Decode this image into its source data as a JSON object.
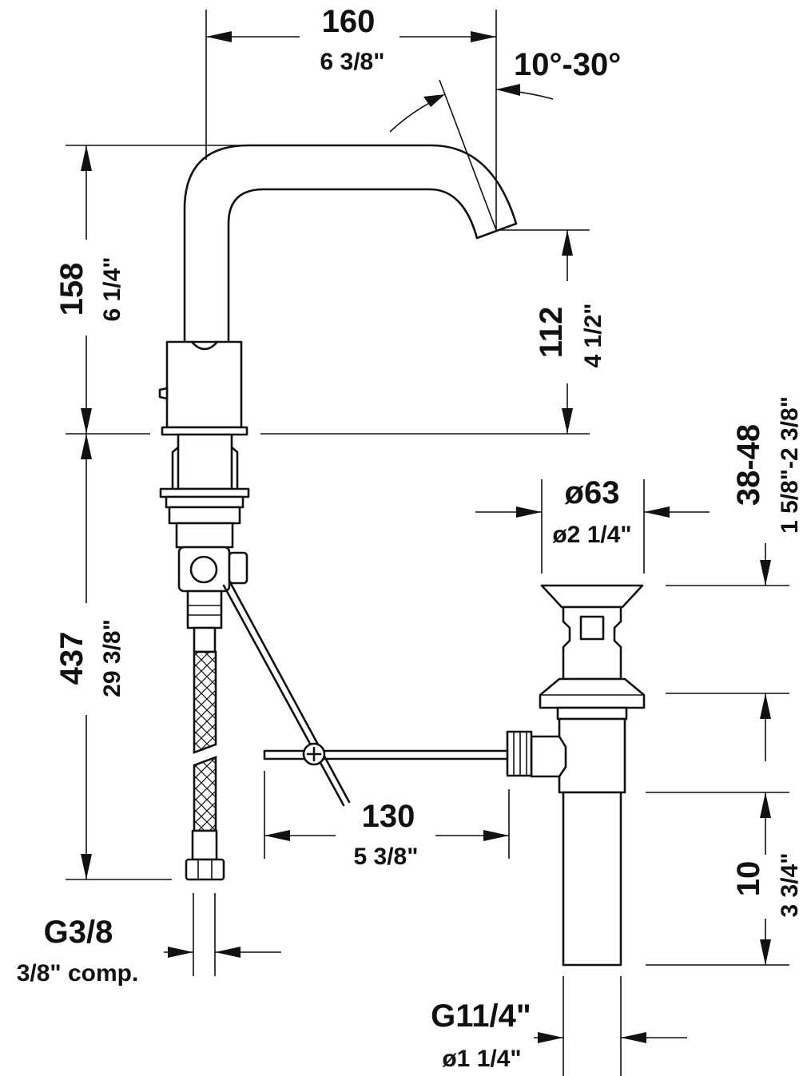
{
  "dimensions": {
    "spout_reach": {
      "mm": "160",
      "inch": "6 3/8\""
    },
    "spout_angle": {
      "value": "10°-30°"
    },
    "spout_height": {
      "mm": "158",
      "inch": "6 1/4\""
    },
    "outlet_height": {
      "mm": "112",
      "inch": "4 1/2\""
    },
    "total_length": {
      "mm": "437",
      "inch": "29 3/8\""
    },
    "pop_up_diameter": {
      "mm": "ø63",
      "inch": "ø2 1/4\""
    },
    "drain_thickness": {
      "mm": "38-48",
      "inch": "1 5/8\"-2 3/8\""
    },
    "rod_distance": {
      "mm": "130",
      "inch": "5 3/8\""
    },
    "tail_length": {
      "mm": "10",
      "inch": "3 3/4\""
    },
    "supply_connection": {
      "thread": "G3/8",
      "inch": "3/8\" comp."
    },
    "waste_connection": {
      "thread": "G11/4\"",
      "inch": "ø1 1/4\""
    }
  }
}
